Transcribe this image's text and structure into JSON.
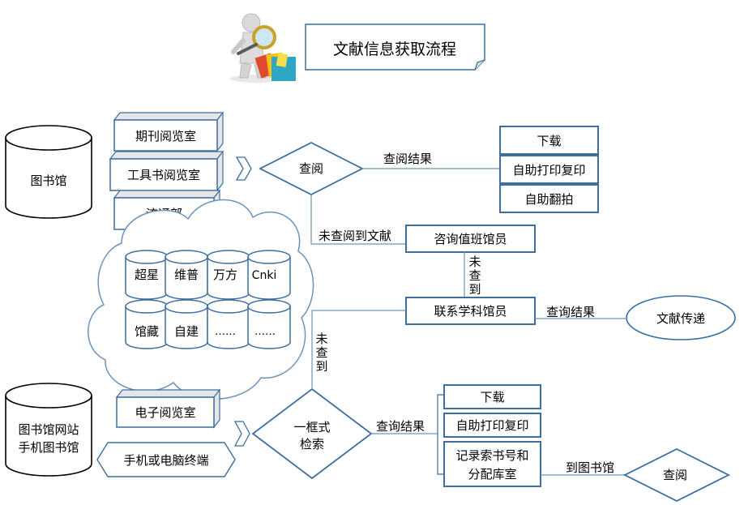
{
  "title": "文献信息获取流程",
  "nodes": {
    "library": "图书馆",
    "periodical_room": "期刊阅览室",
    "reference_room": "工具书阅览室",
    "circulation": "流通部",
    "query_top": "查阅",
    "download_top": "下载",
    "print_top": "自助打印复印",
    "photo_top": "自助翻拍",
    "consult_librarian": "咨询值班馆员",
    "subject_librarian": "联系学科馆员",
    "doc_delivery": "文献传递",
    "db_chaoxing": "超星",
    "db_weipu": "维普",
    "db_wanfang": "万方",
    "db_cnki": "Cnki",
    "db_guancang": "馆藏",
    "db_zijian": "自建",
    "db_more1": "……",
    "db_more2": "……",
    "website_line1": "图书馆网站",
    "website_line2": "手机图书馆",
    "e_reading_room": "电子阅览室",
    "terminal": "手机或电脑终端",
    "search_line1": "一框式",
    "search_line2": "检索",
    "download_bottom": "下载",
    "print_bottom": "自助打印复印",
    "record_line1": "记录索书号和",
    "record_line2": "分配库室",
    "query_bottom": "查阅"
  },
  "edges": {
    "query_result_top": "查阅结果",
    "not_found_top": "未查阅到文献",
    "not_found_1_a": "未",
    "not_found_1_b": "查",
    "not_found_1_c": "到",
    "query_result_mid": "查询结果",
    "not_found_2_a": "未",
    "not_found_2_b": "查",
    "not_found_2_c": "到",
    "query_result_bottom": "查询结果",
    "to_library": "到图书馆"
  },
  "icons": {
    "header_illustration": "person-with-magnifier-and-books-icon"
  }
}
